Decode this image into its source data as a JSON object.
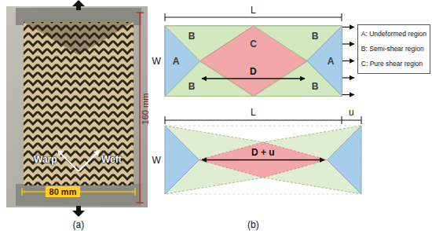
{
  "diagram": {
    "nodes": [
      {
        "text": [
          "80 mm"
        ]
      },
      {
        "text": [
          "A"
        ]
      },
      {
        "text": [
          "B"
        ]
      },
      {
        "text": [
          "C"
        ]
      },
      {
        "text": [
          "B"
        ]
      },
      {
        "text": [
          "A"
        ]
      },
      {
        "text": [
          "B"
        ]
      },
      {
        "text": [
          "B"
        ]
      },
      {
        "text": [
          "A: Undeformed region",
          "B: Semi-shear region",
          "C: Pure shear region"
        ]
      }
    ],
    "labels": [
      "160 mm",
      "Warp",
      "Weft",
      "(a)",
      "L",
      "W",
      "D",
      "L",
      "u",
      "W",
      "D + u",
      "(b)"
    ]
  }
}
